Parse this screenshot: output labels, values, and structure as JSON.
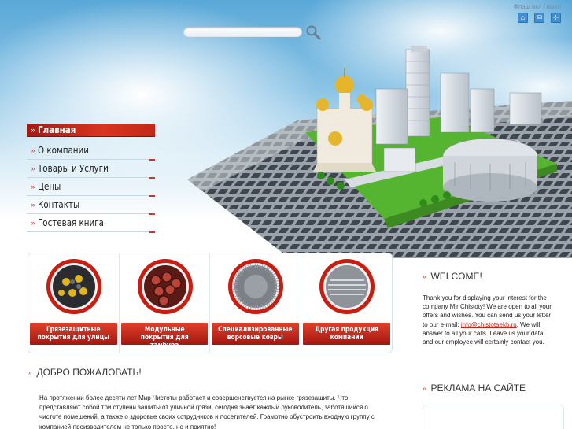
{
  "header": {
    "links": {
      "flash": "Флэш",
      "on": "вкл",
      "separator": "/",
      "off": "выкл"
    },
    "icons": [
      "home-icon",
      "mail-icon",
      "sitemap-icon"
    ],
    "search": {
      "placeholder": ""
    }
  },
  "nav": {
    "items": [
      {
        "label": "Главная",
        "active": true
      },
      {
        "label": "О компании"
      },
      {
        "label": "Товары и Услуги"
      },
      {
        "label": "Цены"
      },
      {
        "label": "Контакты"
      },
      {
        "label": "Гостевая книга"
      }
    ]
  },
  "products": [
    {
      "line1": "Грязезащитные",
      "line2": "покрытия для улицы",
      "image": "street-mat-image"
    },
    {
      "line1": "Модульные",
      "line2": "покрытия для тамбура",
      "image": "modular-mat-image"
    },
    {
      "line1": "Специализированные",
      "line2": "ворсовые ковры",
      "image": "pile-carpet-image"
    },
    {
      "line1": "Другая продукция",
      "line2": "компании",
      "image": "other-products-image"
    }
  ],
  "welcome_ru": {
    "title": "ДОБРО ПОЖАЛОВАТЬ!",
    "text": "На протяжении более десяти лет Мир Чистоты  работает и совершенствуется на рынке грязезащиты.  Что представляют собой три ступени защиты от уличной грязи, сегодня знает каждый руководитель, заботящийся о чистоте помещений, а также о здоровье своих сотрудников и посетителей. Грамотно обустроить входную группу с компанией-производителем не только просто, но и приятно!"
  },
  "welcome_en": {
    "title": "WELCOME!",
    "text_before": "Thank you for displaying your interest for the company Mir Chistoty! We are open to all your offers and wishes. You can send us your letter to our e-mail: ",
    "email": "info@chistotaekb.ru",
    "text_after": ". We will answer to all your calls. Leave us your data and our employee will certainly contact you."
  },
  "ads": {
    "title": "РЕКЛАМА НА САЙТЕ"
  },
  "colors": {
    "accent": "#d23b2a",
    "nav_active": "#c22818",
    "util_icon": "#3d8fd2"
  }
}
